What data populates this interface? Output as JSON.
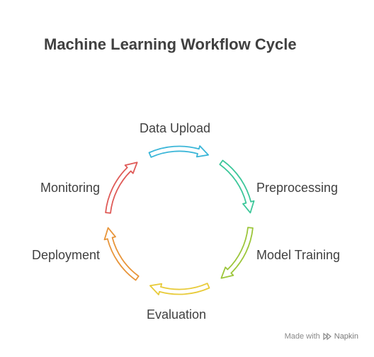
{
  "title": "Machine Learning Workflow Cycle",
  "steps": [
    {
      "label": "Data Upload",
      "color": "#3bb6d8"
    },
    {
      "label": "Preprocessing",
      "color": "#3cc79a"
    },
    {
      "label": "Model Training",
      "color": "#9cc63a"
    },
    {
      "label": "Evaluation",
      "color": "#e8cb3a"
    },
    {
      "label": "Deployment",
      "color": "#e8953a"
    },
    {
      "label": "Monitoring",
      "color": "#df5a57"
    }
  ],
  "footer": {
    "made_with": "Made with",
    "brand": "Napkin"
  }
}
